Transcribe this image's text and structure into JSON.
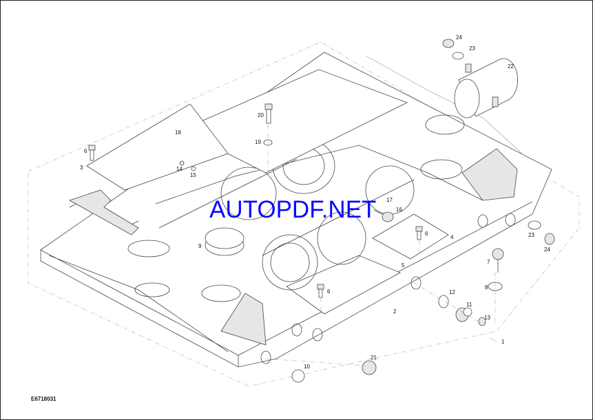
{
  "drawing_code": "E6718031",
  "watermark": "AUTOPDF.NET",
  "callouts": [
    "24",
    "23",
    "22",
    "20",
    "19",
    "18",
    "6",
    "3",
    "14",
    "15",
    "17",
    "16",
    "9",
    "6",
    "4",
    "5",
    "7",
    "8",
    "12",
    "11",
    "13",
    "2",
    "6",
    "1",
    "10",
    "21",
    "23",
    "24"
  ],
  "colors": {
    "line": "#444444",
    "watermark": "#0a0aff"
  }
}
